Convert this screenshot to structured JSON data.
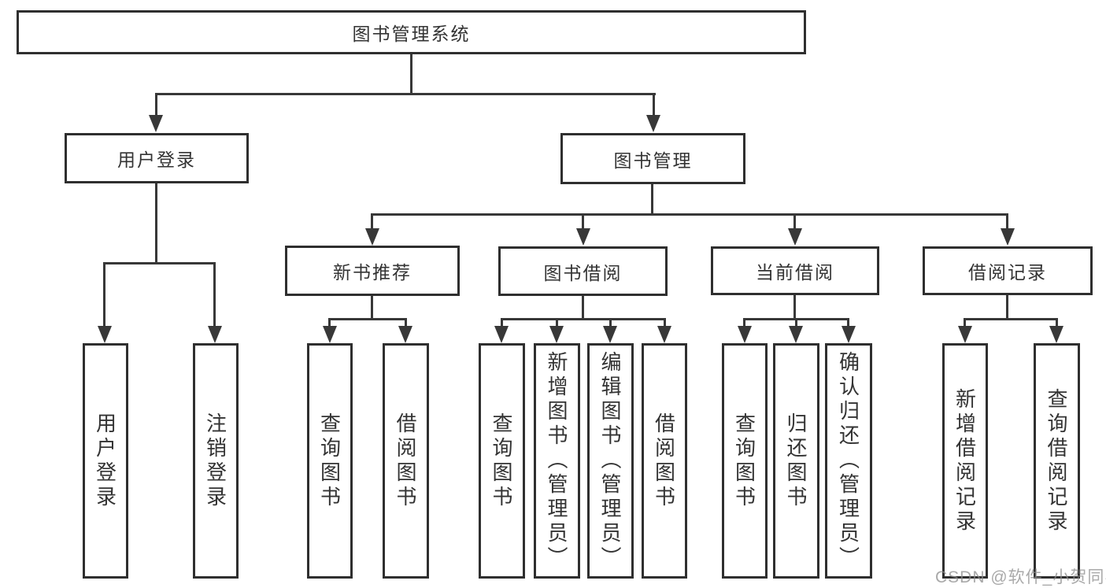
{
  "colors": {
    "line": "#383838",
    "box_border": "#2f2f2f",
    "text": "#333333",
    "watermark": "#a8a8a8",
    "background": "#ffffff"
  },
  "tree": {
    "root": {
      "label": "图书管理系统",
      "children": [
        {
          "label": "用户登录",
          "children": [
            {
              "label": "用户登录"
            },
            {
              "label": "注销登录"
            }
          ]
        },
        {
          "label": "图书管理",
          "children": [
            {
              "label": "新书推荐",
              "children": [
                {
                  "label": "查询图书"
                },
                {
                  "label": "借阅图书"
                }
              ]
            },
            {
              "label": "图书借阅",
              "children": [
                {
                  "label": "查询图书"
                },
                {
                  "label": "新增图书（管理员）"
                },
                {
                  "label": "编辑图书（管理员）"
                },
                {
                  "label": "借阅图书"
                }
              ]
            },
            {
              "label": "当前借阅",
              "children": [
                {
                  "label": "查询图书"
                },
                {
                  "label": "归还图书"
                },
                {
                  "label": "确认归还（管理员）"
                }
              ]
            },
            {
              "label": "借阅记录",
              "children": [
                {
                  "label": "新增借阅记录"
                },
                {
                  "label": "查询借阅记录"
                }
              ]
            }
          ]
        }
      ]
    }
  },
  "watermark": {
    "text": "CSDN @软件_小贺同学"
  }
}
